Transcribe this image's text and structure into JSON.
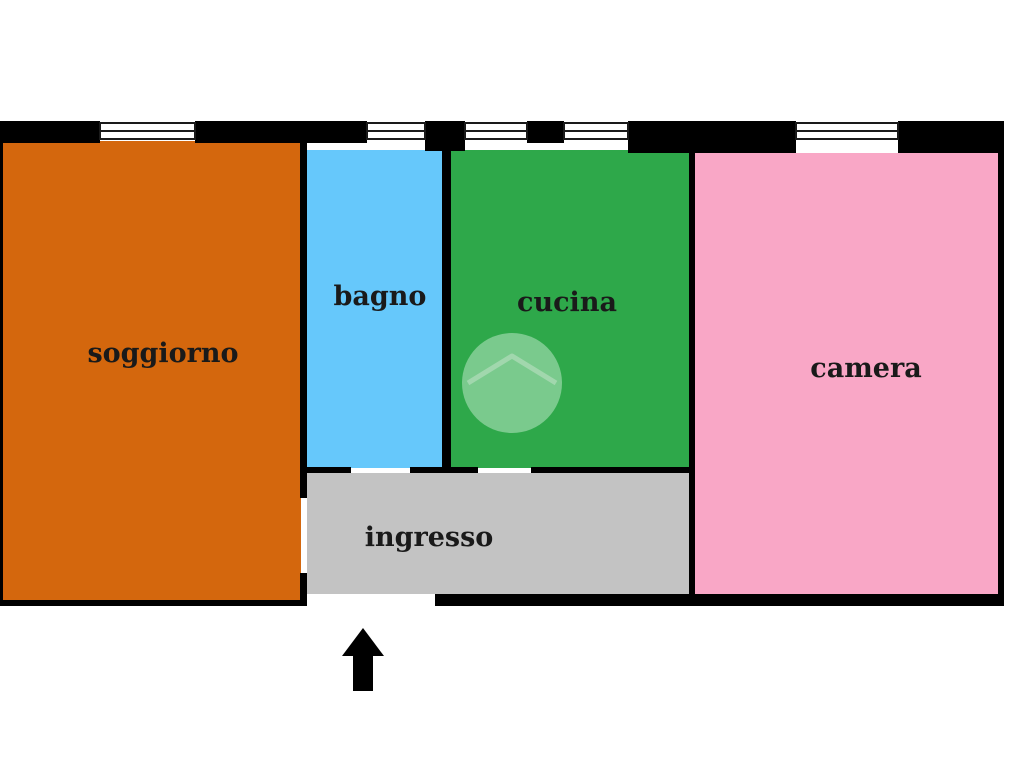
{
  "rooms": {
    "soggiorno": {
      "label": "soggiorno",
      "color": "#d4670d"
    },
    "bagno": {
      "label": "bagno",
      "color": "#66c8fb"
    },
    "cucina": {
      "label": "cucina",
      "color": "#2ea84a"
    },
    "camera": {
      "label": "camera",
      "color": "#f9a7c6"
    },
    "ingresso": {
      "label": "ingresso",
      "color": "#c3c3c3"
    }
  },
  "colors": {
    "wall": "#000000",
    "window_frame": "#1a1a1a",
    "watermark": "#b9e6c4"
  },
  "icons": {
    "entrance": "entrance-arrow-icon",
    "watermark": "house-watermark-icon"
  }
}
